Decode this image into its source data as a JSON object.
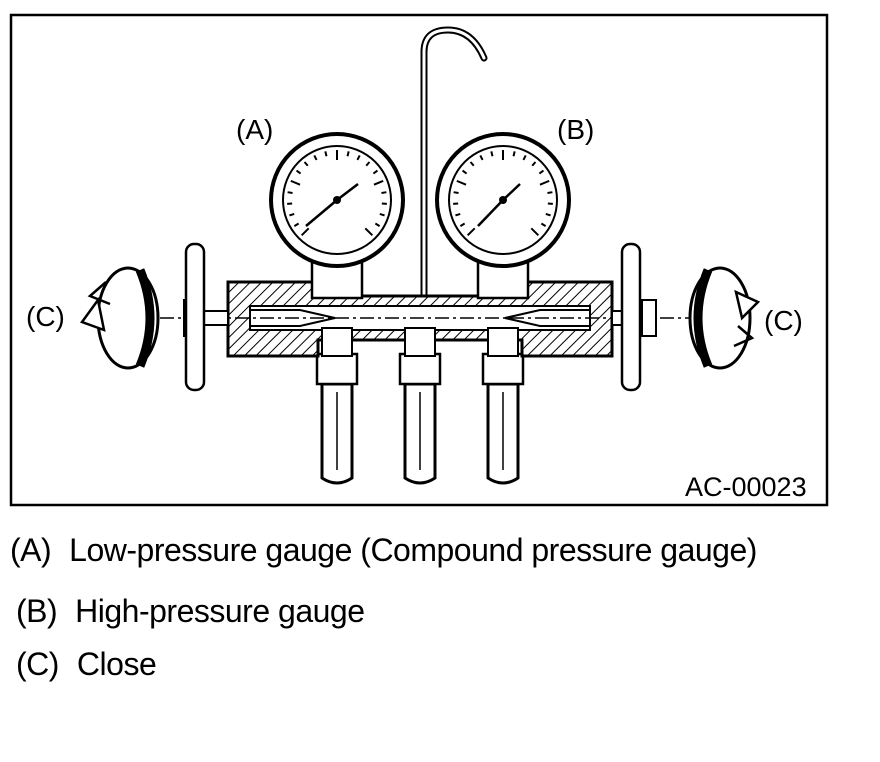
{
  "figure": {
    "code": "AC-00023",
    "callouts": {
      "low_gauge": "(A)",
      "high_gauge": "(B)",
      "left_valve": "(C)",
      "right_valve": "(C)"
    }
  },
  "legend": [
    {
      "key": "(A)",
      "text": "Low-pressure gauge (Compound pressure gauge)"
    },
    {
      "key": "(B)",
      "text": "High-pressure gauge"
    },
    {
      "key": "(C)",
      "text": "Close"
    }
  ]
}
